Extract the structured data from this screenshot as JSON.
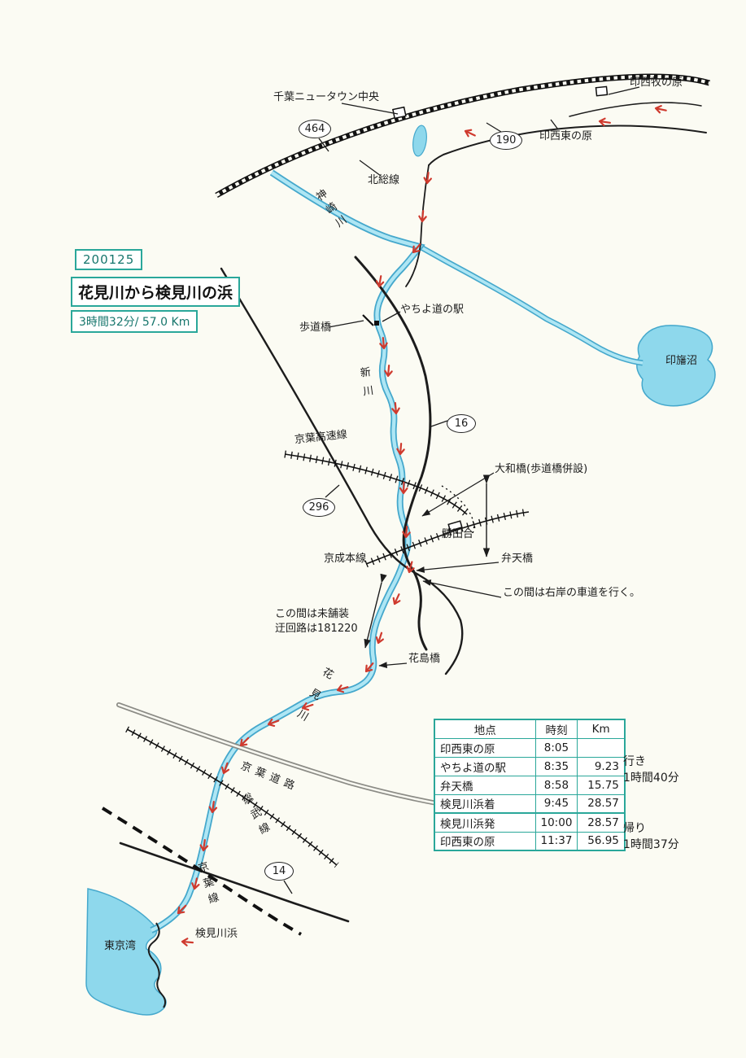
{
  "title": {
    "date": "200125",
    "main": "花見川から検見川の浜",
    "stats": "3時間32分/ 57.0 Km"
  },
  "labels": {
    "chiba_nt_chuo": "千葉ニュータウン中央",
    "inzai_makinohara": "印西牧の原",
    "inzai_higashinohara": "印西東の原",
    "hokuso_line": "北総線",
    "kanzaki_river": "神崎川",
    "yachiyo_michinoeki": "やちよ道の駅",
    "hodokyo": "歩道橋",
    "shinkawa": "新川",
    "keiyo_kosoku_line": "京葉高速線",
    "inba_numa": "印旛沼",
    "yamato_bridge": "大和橋(歩道橋併設)",
    "katsutadai": "勝田台",
    "keisei_main_line": "京成本線",
    "benten_bridge": "弁天橋",
    "right_bank_note": "この間は右岸の車道を行く。",
    "unpaved_note_1": "この間は未舗装",
    "unpaved_note_2": "迂回路は181220",
    "hanashima_bridge": "花島橋",
    "hanami_river": "花見川",
    "keiyo_road": "京葉道路",
    "sobu_line": "総武線",
    "keiyo_line": "京葉線",
    "kemigawahama": "検見川浜",
    "tokyo_bay": "東京湾"
  },
  "route_shields": {
    "r464": "464",
    "r190": "190",
    "r16": "16",
    "r296": "296",
    "r14": "14"
  },
  "table": {
    "headers": {
      "place": "地点",
      "time": "時刻",
      "km": "Km"
    },
    "outbound_rows": [
      {
        "place": "印西東の原",
        "time": "8:05",
        "km": ""
      },
      {
        "place": "やちよ道の駅",
        "time": "8:35",
        "km": "9.23"
      },
      {
        "place": "弁天橋",
        "time": "8:58",
        "km": "15.75"
      },
      {
        "place": "検見川浜着",
        "time": "9:45",
        "km": "28.57"
      }
    ],
    "return_rows": [
      {
        "place": "検見川浜発",
        "time": "10:00",
        "km": "28.57"
      },
      {
        "place": "印西東の原",
        "time": "11:37",
        "km": "56.95"
      }
    ],
    "outbound_note_1": "行き",
    "outbound_note_2": "1時間40分",
    "return_note_1": "帰り",
    "return_note_2": "1時間37分"
  },
  "colors": {
    "teal": "#2aa79a",
    "water": "#8ed8ec",
    "water_edge": "#45a8cc",
    "arrow_red": "#cf3a2e",
    "ink": "#1c1c1c"
  }
}
